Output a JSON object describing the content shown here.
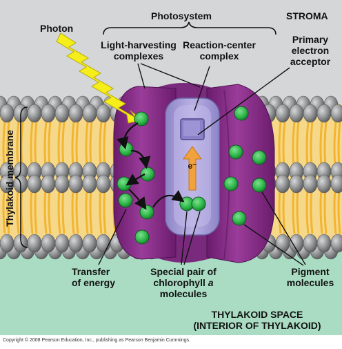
{
  "labels": {
    "photosystem": "Photosystem",
    "stroma": "STROMA",
    "photon": "Photon",
    "light_harvesting_1": "Light-harvesting",
    "light_harvesting_2": "complexes",
    "reaction_center_1": "Reaction-center",
    "reaction_center_2": "complex",
    "primary_acceptor_1": "Primary",
    "primary_acceptor_2": "electron",
    "primary_acceptor_3": "acceptor",
    "thylakoid_membrane": "Thylakoid membrane",
    "electron": "e⁻",
    "transfer_1": "Transfer",
    "transfer_2": "of energy",
    "special_pair_1": "Special pair of",
    "special_pair_2a": "chlorophyll ",
    "special_pair_2b": "a",
    "special_pair_3": "molecules",
    "pigment_1": "Pigment",
    "pigment_2": "molecules",
    "thylakoid_space_1": "THYLAKOID SPACE",
    "thylakoid_space_2": "(INTERIOR OF THYLAKOID)",
    "copyright": "Copyright © 2008 Pearson Education, Inc., publishing as Pearson Benjamin Cummings."
  },
  "colors": {
    "stroma": "#d5d6d8",
    "thylakoid_space": "#a9dcc3",
    "lipid_head": "#8f9092",
    "lipid_tail": "#f2b531",
    "complex_purple": "#8a2f8a",
    "reaction_center": "#a89fd6",
    "pigment_green": "#2eb84a",
    "photon_yellow": "#f5ee1a",
    "electron_arrow": "#f2a23c"
  }
}
